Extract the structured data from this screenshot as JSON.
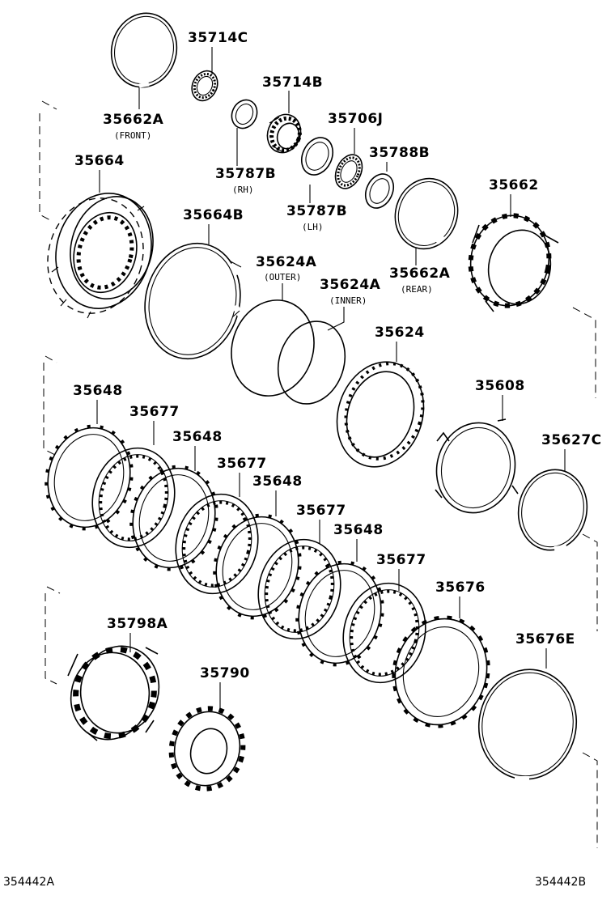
{
  "diagram": {
    "parts": [
      {
        "id": "35714C",
        "label": "35714C",
        "note": ""
      },
      {
        "id": "35662A-front",
        "label": "35662A",
        "note": "(FRONT)"
      },
      {
        "id": "35714B",
        "label": "35714B",
        "note": ""
      },
      {
        "id": "35706J",
        "label": "35706J",
        "note": ""
      },
      {
        "id": "35664",
        "label": "35664",
        "note": ""
      },
      {
        "id": "35787B-rh",
        "label": "35787B",
        "note": "(RH)"
      },
      {
        "id": "35788B",
        "label": "35788B",
        "note": ""
      },
      {
        "id": "35662",
        "label": "35662",
        "note": ""
      },
      {
        "id": "35664B",
        "label": "35664B",
        "note": ""
      },
      {
        "id": "35787B-lh",
        "label": "35787B",
        "note": "(LH)"
      },
      {
        "id": "35624A-outer",
        "label": "35624A",
        "note": "(OUTER)"
      },
      {
        "id": "35662A-rear",
        "label": "35662A",
        "note": "(REAR)"
      },
      {
        "id": "35624A-inner",
        "label": "35624A",
        "note": "(INNER)"
      },
      {
        "id": "35624",
        "label": "35624",
        "note": ""
      },
      {
        "id": "35648-1",
        "label": "35648",
        "note": ""
      },
      {
        "id": "35608",
        "label": "35608",
        "note": ""
      },
      {
        "id": "35677-1",
        "label": "35677",
        "note": ""
      },
      {
        "id": "35627C",
        "label": "35627C",
        "note": ""
      },
      {
        "id": "35648-2",
        "label": "35648",
        "note": ""
      },
      {
        "id": "35677-2",
        "label": "35677",
        "note": ""
      },
      {
        "id": "35648-3",
        "label": "35648",
        "note": ""
      },
      {
        "id": "35677-3",
        "label": "35677",
        "note": ""
      },
      {
        "id": "35648-4",
        "label": "35648",
        "note": ""
      },
      {
        "id": "35677-4",
        "label": "35677",
        "note": ""
      },
      {
        "id": "35676",
        "label": "35676",
        "note": ""
      },
      {
        "id": "35798A",
        "label": "35798A",
        "note": ""
      },
      {
        "id": "35676E",
        "label": "35676E",
        "note": ""
      },
      {
        "id": "35790",
        "label": "35790",
        "note": ""
      }
    ],
    "footer": {
      "left_ref": "354442A",
      "right_ref": "354442B"
    }
  }
}
